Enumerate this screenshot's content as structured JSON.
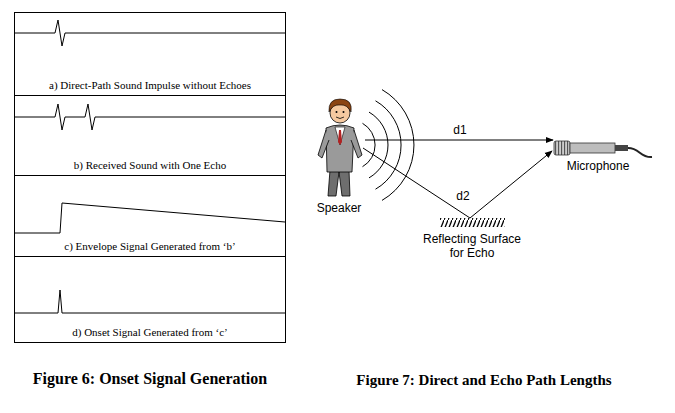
{
  "diagram": {
    "nodes": [
      {
        "text": [
          "a) Direct-Path Sound Impulse without Echoes"
        ]
      },
      {
        "text": [
          "b) Received Sound with One Echo"
        ]
      },
      {
        "text": [
          "c) Envelope Signal Generated from ‘b’"
        ]
      },
      {
        "text": [
          "d) Onset Signal Generated from ‘c’"
        ]
      }
    ],
    "labels": [
      "Figure 6: Onset Signal Generation",
      "Speaker",
      "d1",
      "d2",
      "Microphone",
      "Reflecting Surface for Echo",
      "Figure 7: Direct and Echo Path Lengths"
    ]
  }
}
